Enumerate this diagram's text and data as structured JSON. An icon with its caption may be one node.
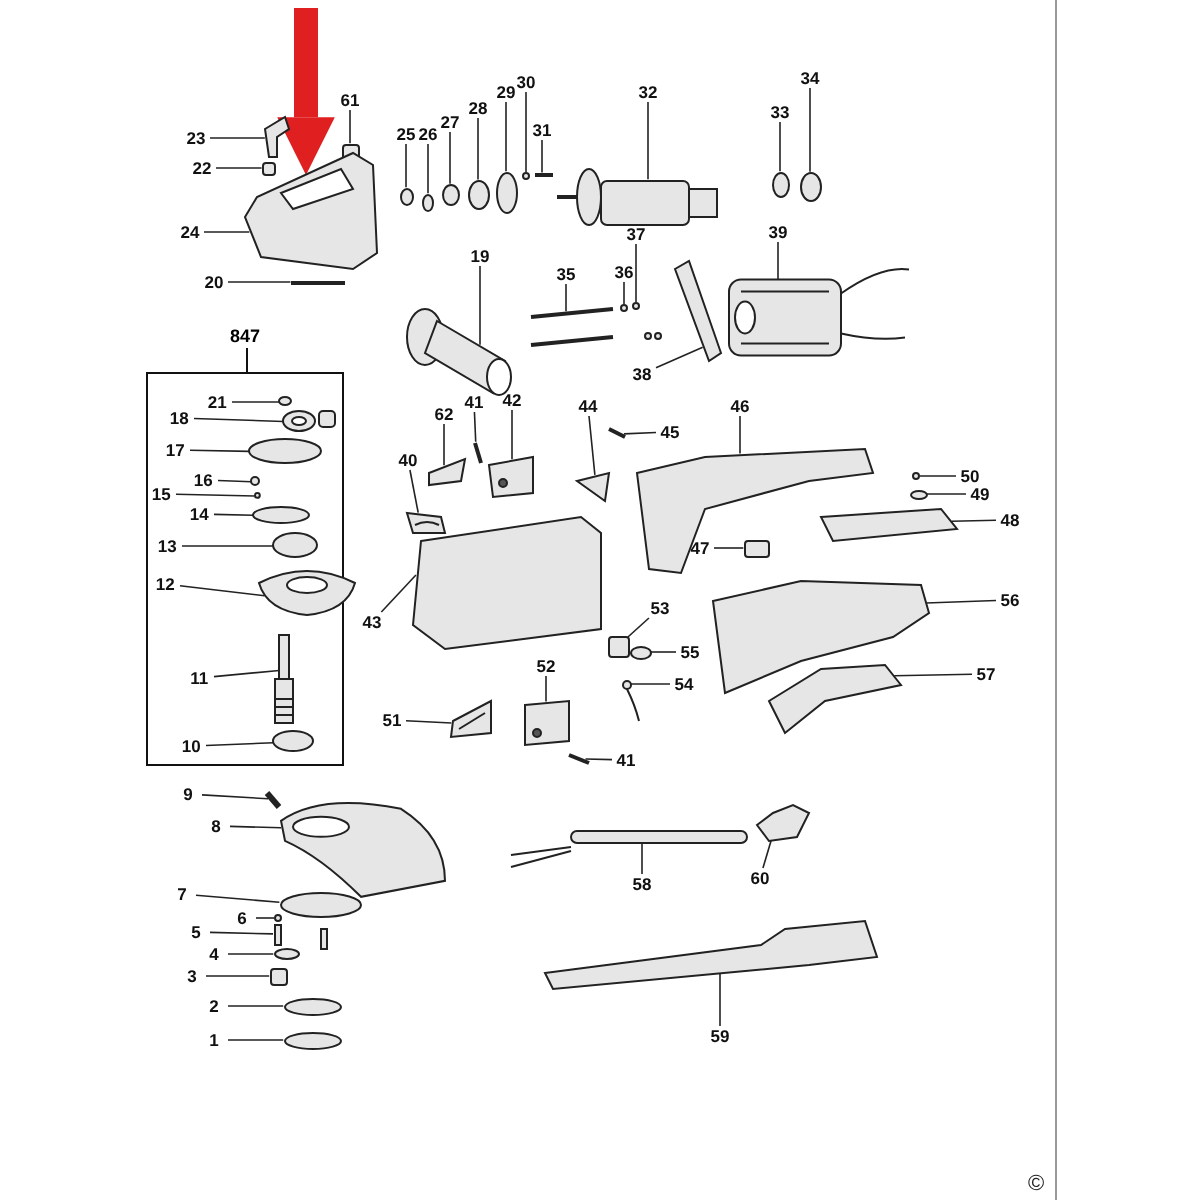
{
  "diagram": {
    "nodes": [
      {
        "text": [
          "23"
        ]
      },
      {
        "text": [
          "22"
        ]
      },
      {
        "text": [
          "61"
        ]
      },
      {
        "text": [
          "24"
        ]
      },
      {
        "text": [
          "20"
        ]
      },
      {
        "text": [
          "25"
        ]
      },
      {
        "text": [
          "26"
        ]
      },
      {
        "text": [
          "27"
        ]
      },
      {
        "text": [
          "28"
        ]
      },
      {
        "text": [
          "29"
        ]
      },
      {
        "text": [
          "30"
        ]
      },
      {
        "text": [
          "31"
        ]
      },
      {
        "text": [
          "32"
        ]
      },
      {
        "text": [
          "33"
        ]
      },
      {
        "text": [
          "34"
        ]
      },
      {
        "text": [
          "19"
        ]
      },
      {
        "text": [
          "35"
        ]
      },
      {
        "text": [
          "36"
        ]
      },
      {
        "text": [
          "37"
        ]
      },
      {
        "text": [
          "38"
        ]
      },
      {
        "text": [
          "39"
        ]
      },
      {
        "text": [
          "847"
        ]
      },
      {
        "text": [
          "21"
        ],
        "in": 21
      },
      {
        "text": [
          "18"
        ],
        "in": 21
      },
      {
        "text": [
          "17"
        ],
        "in": 21
      },
      {
        "text": [
          "16"
        ],
        "in": 21
      },
      {
        "text": [
          "15"
        ],
        "in": 21
      },
      {
        "text": [
          "14"
        ],
        "in": 21
      },
      {
        "text": [
          "13"
        ],
        "in": 21
      },
      {
        "text": [
          "12"
        ],
        "in": 21
      },
      {
        "text": [
          "11"
        ],
        "in": 21
      },
      {
        "text": [
          "10"
        ],
        "in": 21
      },
      {
        "text": [
          "62"
        ]
      },
      {
        "text": [
          "41"
        ]
      },
      {
        "text": [
          "42"
        ]
      },
      {
        "text": [
          "40"
        ]
      },
      {
        "text": [
          "44"
        ]
      },
      {
        "text": [
          "45"
        ]
      },
      {
        "text": [
          "46"
        ]
      },
      {
        "text": [
          "50"
        ]
      },
      {
        "text": [
          "49"
        ]
      },
      {
        "text": [
          "48"
        ]
      },
      {
        "text": [
          "47"
        ]
      },
      {
        "text": [
          "43"
        ]
      },
      {
        "text": [
          "53"
        ]
      },
      {
        "text": [
          "55"
        ]
      },
      {
        "text": [
          "56"
        ]
      },
      {
        "text": [
          "54"
        ]
      },
      {
        "text": [
          "57"
        ]
      },
      {
        "text": [
          "51"
        ]
      },
      {
        "text": [
          "52"
        ]
      },
      {
        "text": [
          "41"
        ]
      },
      {
        "text": [
          "9"
        ]
      },
      {
        "text": [
          "8"
        ]
      },
      {
        "text": [
          "7"
        ]
      },
      {
        "text": [
          "6"
        ]
      },
      {
        "text": [
          "5"
        ]
      },
      {
        "text": [
          "4"
        ]
      },
      {
        "text": [
          "3"
        ]
      },
      {
        "text": [
          "2"
        ]
      },
      {
        "text": [
          "1"
        ]
      },
      {
        "text": [
          "58"
        ]
      },
      {
        "text": [
          "60"
        ]
      },
      {
        "text": [
          "59"
        ]
      },
      {
        "text": [],
        "shape": "picture"
      },
      {
        "text": [],
        "shape": "box"
      },
      {
        "text": [],
        "shape": "box"
      },
      {
        "text": [],
        "shape": "picture"
      },
      {
        "text": [],
        "shape": "picture"
      },
      {
        "text": [],
        "shape": "circle"
      },
      {
        "text": [],
        "shape": "circle"
      },
      {
        "text": [],
        "shape": "circle"
      },
      {
        "text": [],
        "shape": "circle"
      },
      {
        "text": [],
        "shape": "circle"
      },
      {
        "text": [],
        "shape": "circle"
      },
      {
        "text": [],
        "shape": "picture"
      },
      {
        "text": [],
        "shape": "picture"
      },
      {
        "text": [],
        "shape": "circle"
      },
      {
        "text": [],
        "shape": "circle"
      },
      {
        "text": [],
        "shape": "picture"
      },
      {
        "text": [],
        "shape": "picture"
      },
      {
        "text": [],
        "shape": "picture"
      },
      {
        "text": [],
        "shape": "picture"
      },
      {
        "text": [],
        "shape": "picture"
      },
      {
        "text": [],
        "shape": "picture"
      },
      {
        "text": [],
        "shape": "circle",
        "in": 21
      },
      {
        "text": [],
        "shape": "picture",
        "in": 21
      },
      {
        "text": [],
        "shape": "circle",
        "in": 21
      },
      {
        "text": [],
        "shape": "circle",
        "in": 21
      },
      {
        "text": [],
        "shape": "circle",
        "in": 21
      },
      {
        "text": [],
        "shape": "circle",
        "in": 21
      },
      {
        "text": [],
        "shape": "circle",
        "in": 21
      },
      {
        "text": [],
        "shape": "picture",
        "in": 21
      },
      {
        "text": [],
        "shape": "picture",
        "in": 21
      },
      {
        "text": [],
        "shape": "circle",
        "in": 21
      },
      {
        "text": [],
        "shape": "picture"
      },
      {
        "text": [],
        "shape": "picture"
      },
      {
        "text": [],
        "shape": "picture"
      },
      {
        "text": [],
        "shape": "picture"
      },
      {
        "text": [],
        "shape": "picture"
      },
      {
        "text": [],
        "shape": "picture"
      },
      {
        "text": [],
        "shape": "picture"
      },
      {
        "text": [],
        "shape": "circle"
      },
      {
        "text": [],
        "shape": "circle"
      },
      {
        "text": [],
        "shape": "picture"
      },
      {
        "text": [],
        "shape": "box"
      },
      {
        "text": [],
        "shape": "picture"
      },
      {
        "text": [],
        "shape": "box"
      },
      {
        "text": [],
        "shape": "circle"
      },
      {
        "text": [],
        "shape": "picture"
      },
      {
        "text": [],
        "shape": "picture"
      },
      {
        "text": [],
        "shape": "picture"
      },
      {
        "text": [],
        "shape": "picture"
      },
      {
        "text": [],
        "shape": "picture"
      },
      {
        "text": [],
        "shape": "picture"
      },
      {
        "text": [],
        "shape": "picture"
      },
      {
        "text": [],
        "shape": "picture"
      },
      {
        "text": [],
        "shape": "circle"
      },
      {
        "text": [],
        "shape": "circle"
      },
      {
        "text": [],
        "shape": "picture"
      },
      {
        "text": [],
        "shape": "circle"
      },
      {
        "text": [],
        "shape": "box"
      },
      {
        "text": [],
        "shape": "circle"
      },
      {
        "text": [],
        "shape": "circle"
      },
      {
        "text": [],
        "shape": "picture"
      },
      {
        "text": [],
        "shape": "picture"
      },
      {
        "text": [],
        "shape": "picture"
      }
    ],
    "edges": [
      {
        "from": 0,
        "to": 64,
        "arrow": "none"
      },
      {
        "from": 1,
        "to": 65,
        "arrow": "none"
      },
      {
        "from": 2,
        "to": 66,
        "arrow": "none"
      },
      {
        "from": 3,
        "to": 67,
        "arrow": "none"
      },
      {
        "from": 4,
        "to": 68,
        "arrow": "none"
      },
      {
        "from": 5,
        "to": 69,
        "arrow": "none"
      },
      {
        "from": 6,
        "to": 70,
        "arrow": "none"
      },
      {
        "from": 7,
        "to": 71,
        "arrow": "none"
      },
      {
        "from": 8,
        "to": 72,
        "arrow": "none"
      },
      {
        "from": 9,
        "to": 73,
        "arrow": "none"
      },
      {
        "from": 10,
        "to": 74,
        "arrow": "none"
      },
      {
        "from": 11,
        "to": 75,
        "arrow": "none"
      },
      {
        "from": 12,
        "to": 76,
        "arrow": "none"
      },
      {
        "from": 13,
        "to": 77,
        "arrow": "none"
      },
      {
        "from": 14,
        "to": 78,
        "arrow": "none"
      },
      {
        "from": 15,
        "to": 79,
        "arrow": "none"
      },
      {
        "from": 16,
        "to": 80,
        "arrow": "none"
      },
      {
        "from": 17,
        "to": 81,
        "arrow": "none"
      },
      {
        "from": 18,
        "to": 82,
        "arrow": "none"
      },
      {
        "from": 19,
        "to": 83,
        "arrow": "none"
      },
      {
        "from": 20,
        "to": 84,
        "arrow": "none"
      },
      {
        "from": 22,
        "to": 85,
        "arrow": "none"
      },
      {
        "from": 23,
        "to": 86,
        "arrow": "none"
      },
      {
        "from": 24,
        "to": 87,
        "arrow": "none"
      },
      {
        "from": 25,
        "to": 88,
        "arrow": "none"
      },
      {
        "from": 26,
        "to": 89,
        "arrow": "none"
      },
      {
        "from": 27,
        "to": 90,
        "arrow": "none"
      },
      {
        "from": 28,
        "to": 91,
        "arrow": "none"
      },
      {
        "from": 29,
        "to": 92,
        "arrow": "none"
      },
      {
        "from": 30,
        "to": 93,
        "arrow": "none"
      },
      {
        "from": 31,
        "to": 94,
        "arrow": "none"
      },
      {
        "from": 32,
        "to": 95,
        "arrow": "none"
      },
      {
        "from": 33,
        "to": 96,
        "arrow": "none"
      },
      {
        "from": 34,
        "to": 97,
        "arrow": "none"
      },
      {
        "from": 35,
        "to": 98,
        "arrow": "none"
      },
      {
        "from": 36,
        "to": 99,
        "arrow": "none"
      },
      {
        "from": 37,
        "to": 100,
        "arrow": "none"
      },
      {
        "from": 38,
        "to": 101,
        "arrow": "none"
      },
      {
        "from": 39,
        "to": 102,
        "arrow": "none"
      },
      {
        "from": 40,
        "to": 103,
        "arrow": "none"
      },
      {
        "from": 41,
        "to": 104,
        "arrow": "none"
      },
      {
        "from": 42,
        "to": 105,
        "arrow": "none"
      },
      {
        "from": 43,
        "to": 106,
        "arrow": "none"
      },
      {
        "from": 44,
        "to": 107,
        "arrow": "none"
      },
      {
        "from": 45,
        "to": 108,
        "arrow": "none"
      },
      {
        "from": 46,
        "to": 109,
        "arrow": "none"
      },
      {
        "from": 47,
        "to": 110,
        "arrow": "none"
      },
      {
        "from": 48,
        "to": 111,
        "arrow": "none"
      },
      {
        "from": 49,
        "to": 112,
        "arrow": "none"
      },
      {
        "from": 50,
        "to": 113,
        "arrow": "none"
      },
      {
        "from": 51,
        "to": 114,
        "arrow": "none"
      },
      {
        "from": 52,
        "to": 115,
        "arrow": "none"
      },
      {
        "from": 53,
        "to": 116,
        "arrow": "none"
      },
      {
        "from": 54,
        "to": 117,
        "arrow": "none"
      },
      {
        "from": 55,
        "to": 118,
        "arrow": "none"
      },
      {
        "from": 56,
        "to": 119,
        "arrow": "none"
      },
      {
        "from": 57,
        "to": 120,
        "arrow": "none"
      },
      {
        "from": 58,
        "to": 121,
        "arrow": "none"
      },
      {
        "from": 59,
        "to": 122,
        "arrow": "none"
      },
      {
        "from": 60,
        "to": 123,
        "arrow": "none"
      },
      {
        "from": 61,
        "to": 124,
        "arrow": "none"
      },
      {
        "from": 62,
        "to": 125,
        "arrow": "none"
      },
      {
        "from": 63,
        "to": 126,
        "arrow": "none"
      },
      {
        "from": null,
        "to": 67,
        "arrow": "to",
        "style": "thick",
        "color": "#e02020"
      }
    ],
    "labels": [
      "©"
    ]
  }
}
